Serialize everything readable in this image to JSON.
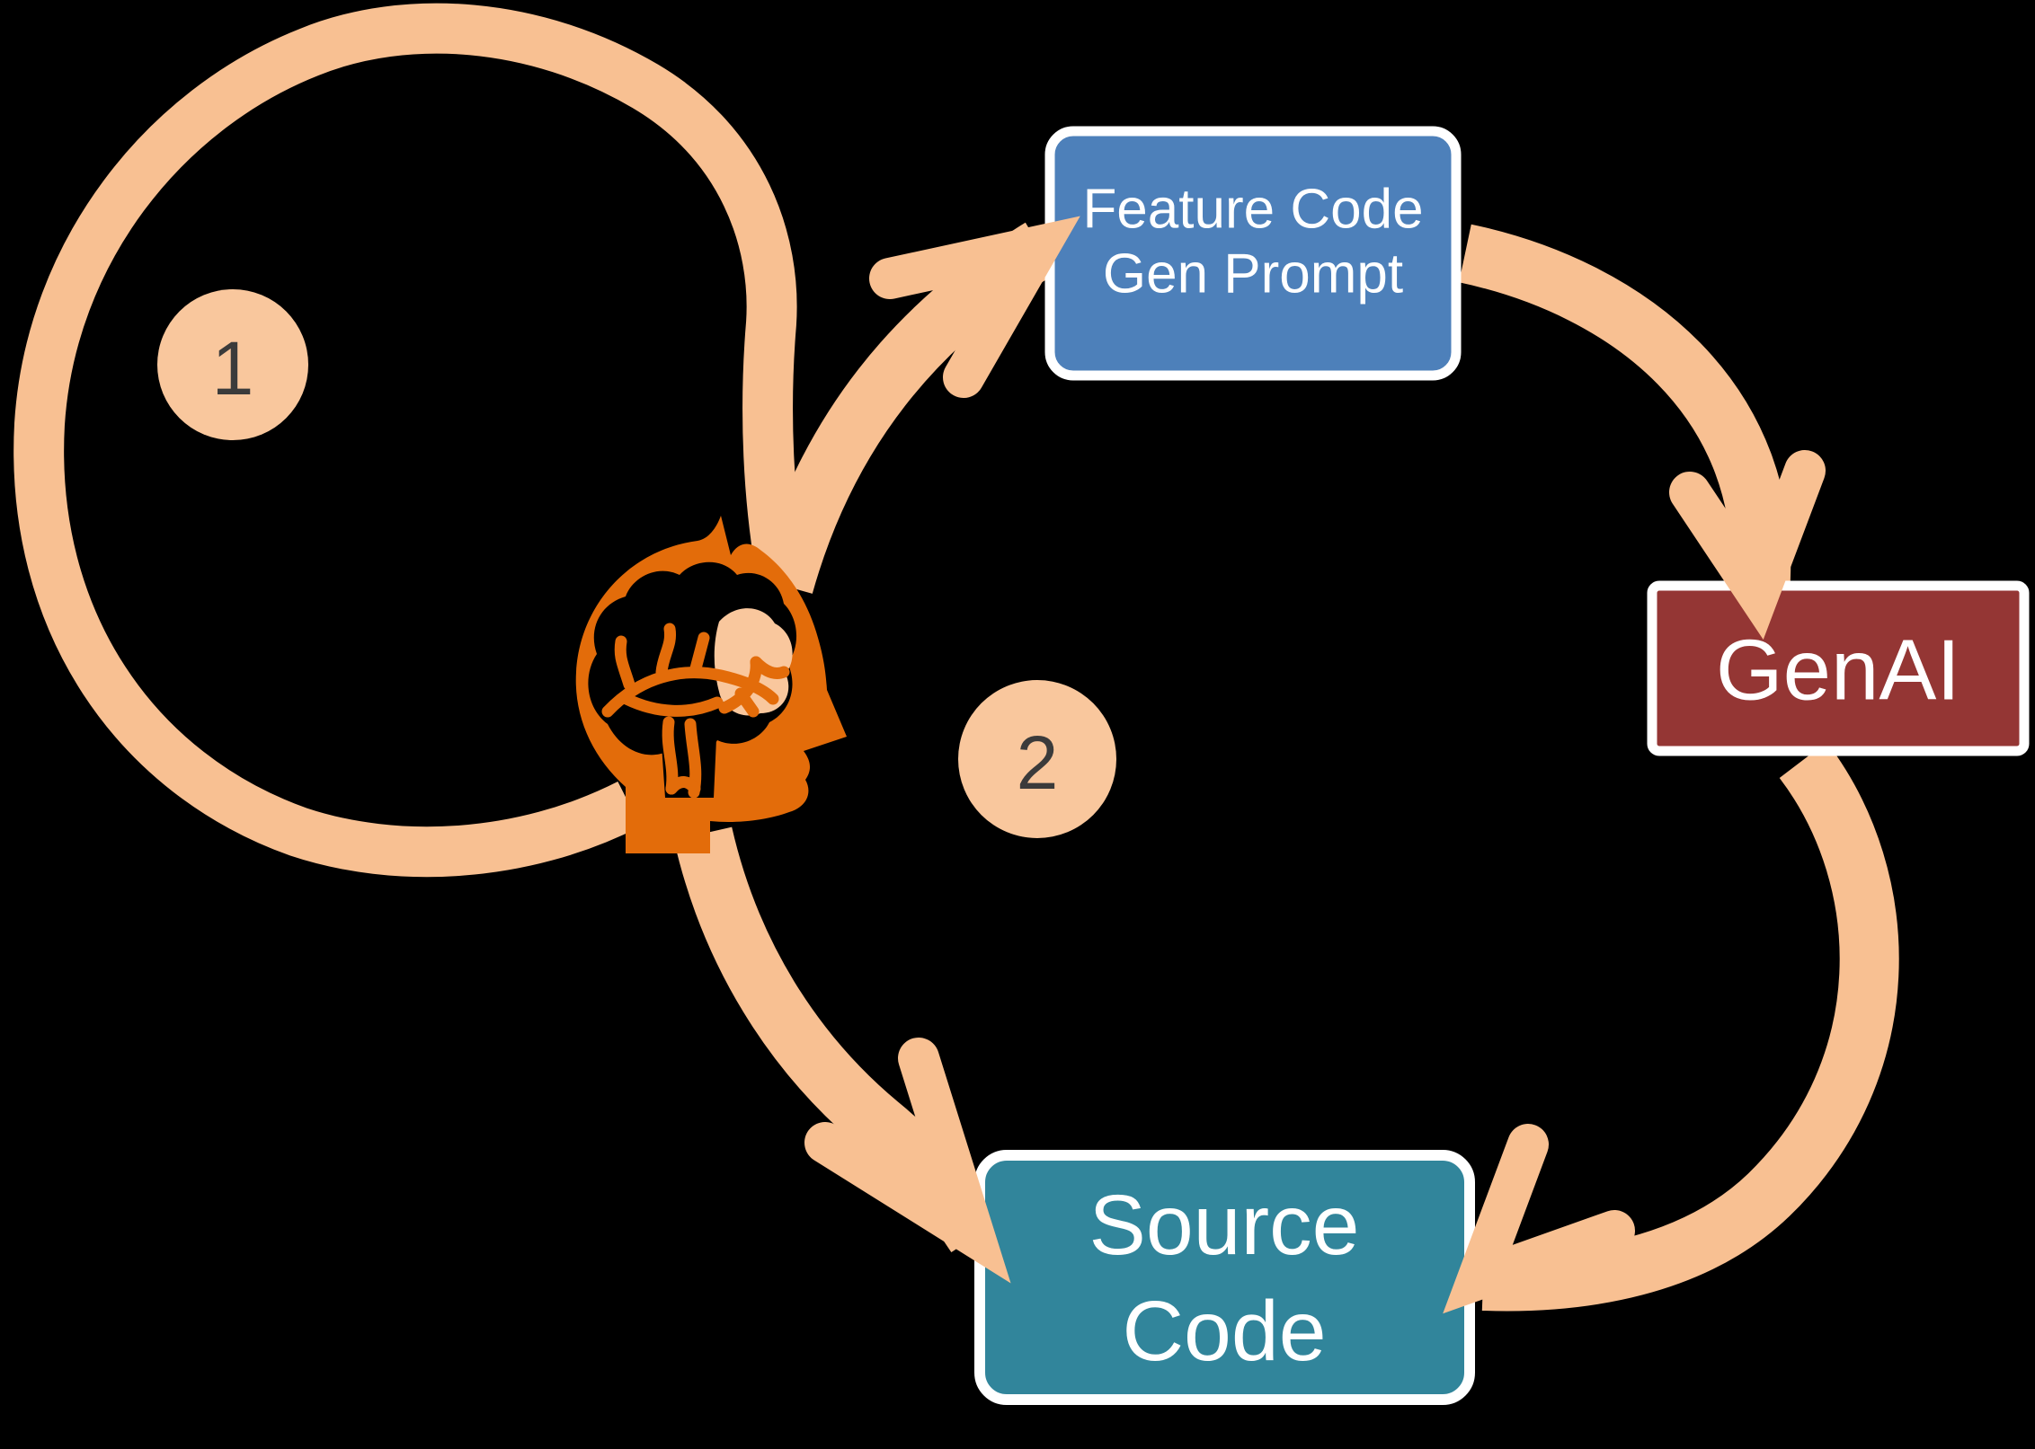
{
  "diagram": {
    "background": "#000000",
    "badges": {
      "one": "1",
      "two": "2"
    },
    "nodes": {
      "feature_prompt": {
        "line1": "Feature Code",
        "line2": "Gen Prompt",
        "fill": "#4D80BA",
        "text_color": "#FFFFFF"
      },
      "genai": {
        "label": "GenAI",
        "fill": "#943634",
        "text_color": "#FFFFFF"
      },
      "source_code": {
        "line1": "Source",
        "line2": "Code",
        "fill": "#31859B",
        "text_color": "#FFFFFF"
      }
    },
    "icons": {
      "head": "human-head-brain-icon"
    },
    "colors": {
      "arrow": "#F8C092",
      "loop": "#F8C092",
      "badge": "#F9C79D",
      "badge_text": "#3B3B3B",
      "head": "#E36C0A",
      "brain_highlight": "#F9C79D",
      "brain_cutout": "#000000",
      "box_border": "#FFFFFF",
      "background": "#000000"
    }
  }
}
